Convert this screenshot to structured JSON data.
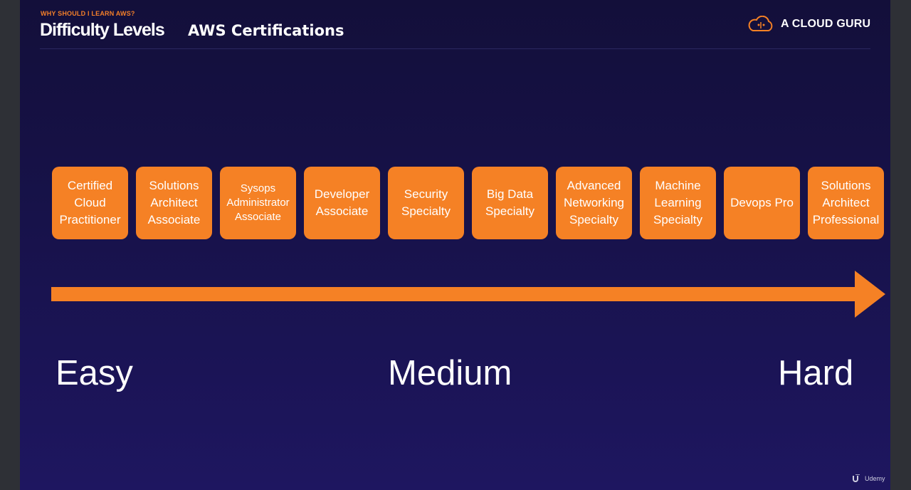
{
  "slide": {
    "eyebrow": "WHY SHOULD I LEARN AWS?",
    "title": "Difficulty Levels",
    "subtitle": "AWS Certifications",
    "brand": "A CLOUD GURU",
    "accent_color": "#f58125"
  },
  "certifications": [
    {
      "label": "Certified\nCloud\nPractitioner"
    },
    {
      "label": "Solutions\nArchitect\nAssociate"
    },
    {
      "label": "Sysops\nAdministrator\nAssociate"
    },
    {
      "label": "Developer\nAssociate"
    },
    {
      "label": "Security\nSpecialty"
    },
    {
      "label": "Big Data\nSpecialty"
    },
    {
      "label": "Advanced\nNetworking\nSpecialty"
    },
    {
      "label": "Machine\nLearning\nSpecialty"
    },
    {
      "label": "Devops Pro"
    },
    {
      "label": "Solutions\nArchitect\nProfessional"
    }
  ],
  "levels": {
    "easy": "Easy",
    "medium": "Medium",
    "hard": "Hard"
  },
  "watermark": "Udemy"
}
